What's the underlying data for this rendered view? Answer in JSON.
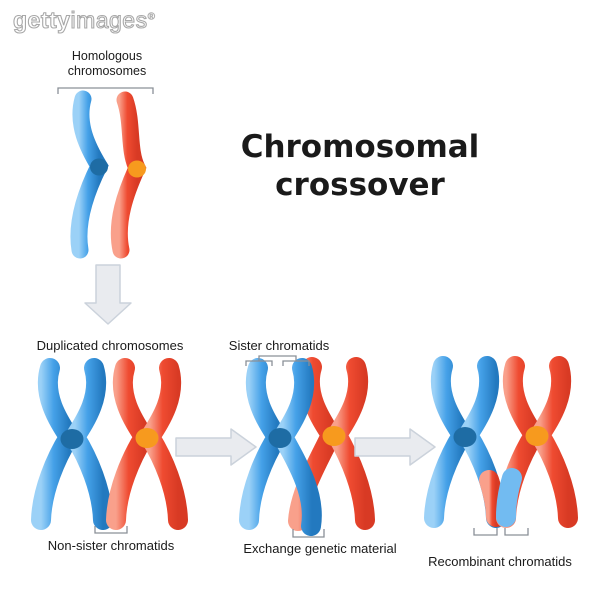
{
  "watermark": {
    "bold": "getty",
    "light": "images",
    "registered": "®"
  },
  "title": {
    "line1": "Chromosomal",
    "line2": "crossover"
  },
  "homologous_label": {
    "line1": "Homologous",
    "line2": "chromosomes"
  },
  "stage_labels": {
    "duplicated": "Duplicated chromosomes",
    "sister": "Sister chromatids",
    "non_sister": "Non-sister chromatids",
    "exchange": "Exchange genetic material",
    "recombinant": "Recombinant chromatids"
  },
  "icons": {
    "down_arrow": "down-arrow",
    "right_arrow_1": "right-arrow",
    "right_arrow_2": "right-arrow",
    "homologous_blue": "blue-chromosome",
    "homologous_red": "red-chromosome",
    "duplicated_blue": "blue-x-chromosome",
    "duplicated_red": "red-x-chromosome",
    "crossover_blue": "blue-x-chromosome-crossing",
    "crossover_red": "red-x-chromosome-crossing",
    "recombinant_blue": "blue-x-chromosome-red-tip",
    "recombinant_red": "red-x-chromosome-blue-tip"
  },
  "colors": {
    "blue": "#45A1E8",
    "blue_light": "#9BD1F7",
    "blue_dark": "#2379BF",
    "blue_tip": "#72BBF1",
    "red": "#EF4B31",
    "red_light": "#F9A08B",
    "red_dark": "#D83A24",
    "centromere_blue": "#1E6CA4",
    "centromere_orange": "#F79A1E",
    "arrow_fill": "#E9EBEF",
    "arrow_border": "#CBD2DB",
    "bracket": "#8A9097",
    "text": "#1A1A1A"
  }
}
